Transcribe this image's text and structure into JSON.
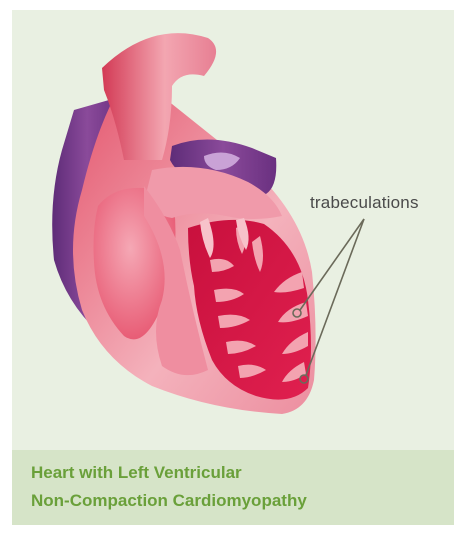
{
  "annotation": {
    "label": "trabeculations"
  },
  "caption": {
    "line1": "Heart with Left Ventricular",
    "line2": "Non-Compaction Cardiomyopathy"
  },
  "colors": {
    "background": "#e9f0e2",
    "caption_band": "#d6e4c8",
    "caption_text": "#6aa03a",
    "vein_purple": "#7a3a8a",
    "myocardium_red": "#d61e4a",
    "myocardium_pink": "#f2a7b2",
    "leader_line": "#6b6a5a"
  },
  "icons": [
    "heart-illustration"
  ]
}
